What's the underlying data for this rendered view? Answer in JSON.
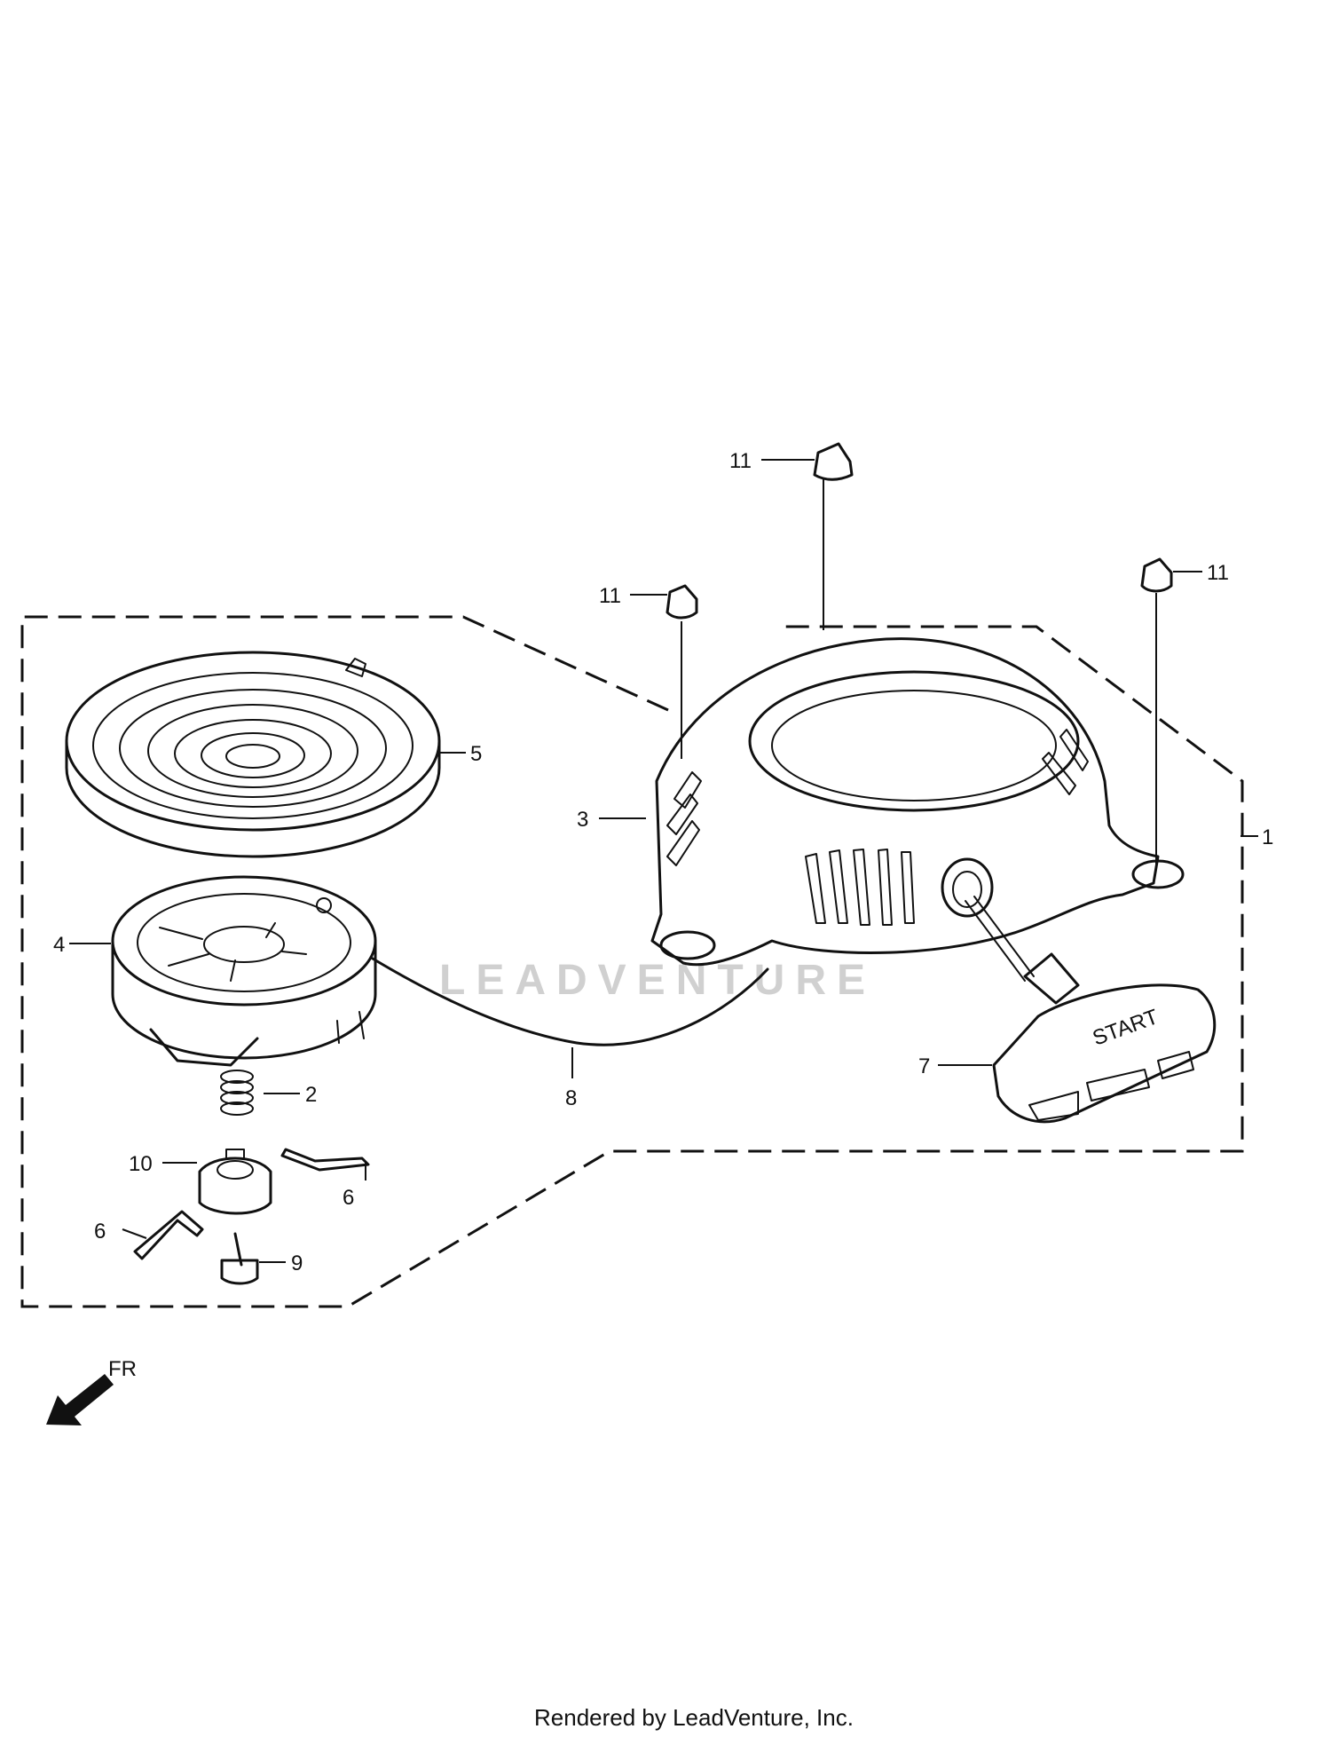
{
  "diagram": {
    "callouts": [
      {
        "id": "c1",
        "label": "1",
        "part": "recoil-starter-assembly"
      },
      {
        "id": "c2",
        "label": "2",
        "part": "spring"
      },
      {
        "id": "c3",
        "label": "3",
        "part": "starter-case"
      },
      {
        "id": "c4",
        "label": "4",
        "part": "reel"
      },
      {
        "id": "c5",
        "label": "5",
        "part": "recoil-spring"
      },
      {
        "id": "c6a",
        "label": "6",
        "part": "ratchet-pawl"
      },
      {
        "id": "c6b",
        "label": "6",
        "part": "ratchet-pawl"
      },
      {
        "id": "c7",
        "label": "7",
        "part": "starter-grip"
      },
      {
        "id": "c8",
        "label": "8",
        "part": "starter-rope"
      },
      {
        "id": "c9",
        "label": "9",
        "part": "setting-bolt"
      },
      {
        "id": "c10",
        "label": "10",
        "part": "ratchet-guide"
      },
      {
        "id": "c11a",
        "label": "11",
        "part": "flange-nut"
      },
      {
        "id": "c11b",
        "label": "11",
        "part": "flange-nut"
      },
      {
        "id": "c11c",
        "label": "11",
        "part": "flange-nut"
      }
    ],
    "grip_text": "START",
    "direction_label": "FR",
    "watermark": "LEADVENTURE",
    "footer": "Rendered by LeadVenture, Inc."
  }
}
